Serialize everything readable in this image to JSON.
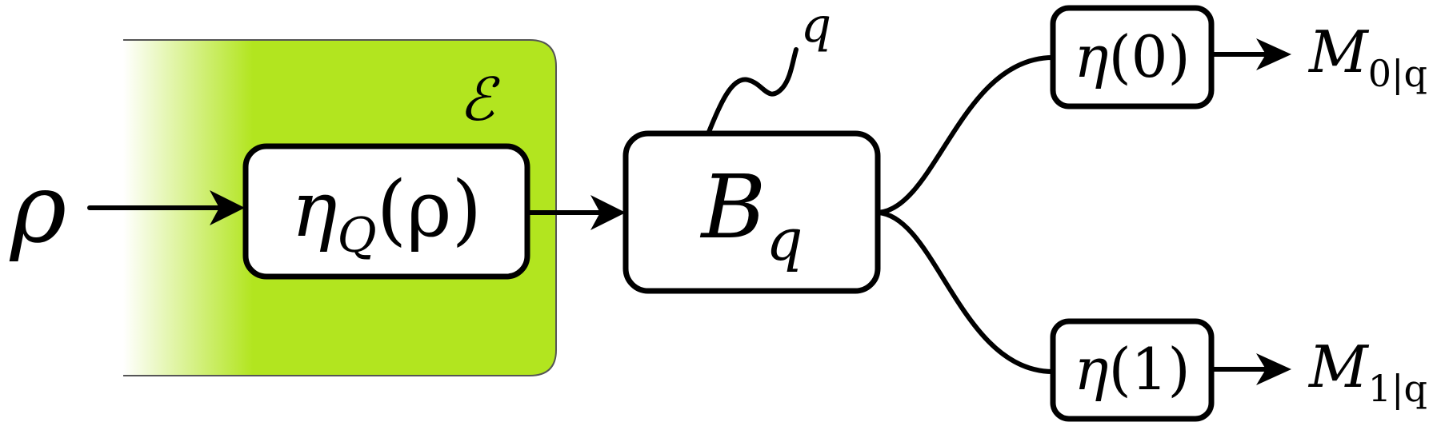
{
  "input": {
    "symbol": "ρ"
  },
  "environment": {
    "label": "ℰ",
    "color": "#b2e51f",
    "border_color": "#555555"
  },
  "blocks": {
    "eta_q": {
      "base": "η",
      "subscript": "Q",
      "argument": "(ρ)"
    },
    "b_q": {
      "base": "B",
      "subscript": "q"
    },
    "eta_0": {
      "base": "η",
      "argument": "(0)"
    },
    "eta_1": {
      "base": "η",
      "argument": "(1)"
    }
  },
  "setting": {
    "symbol": "q"
  },
  "outputs": {
    "m0": {
      "base": "M",
      "subscript": "0|q"
    },
    "m1": {
      "base": "M",
      "subscript": "1|q"
    }
  },
  "line_color": "#000000"
}
